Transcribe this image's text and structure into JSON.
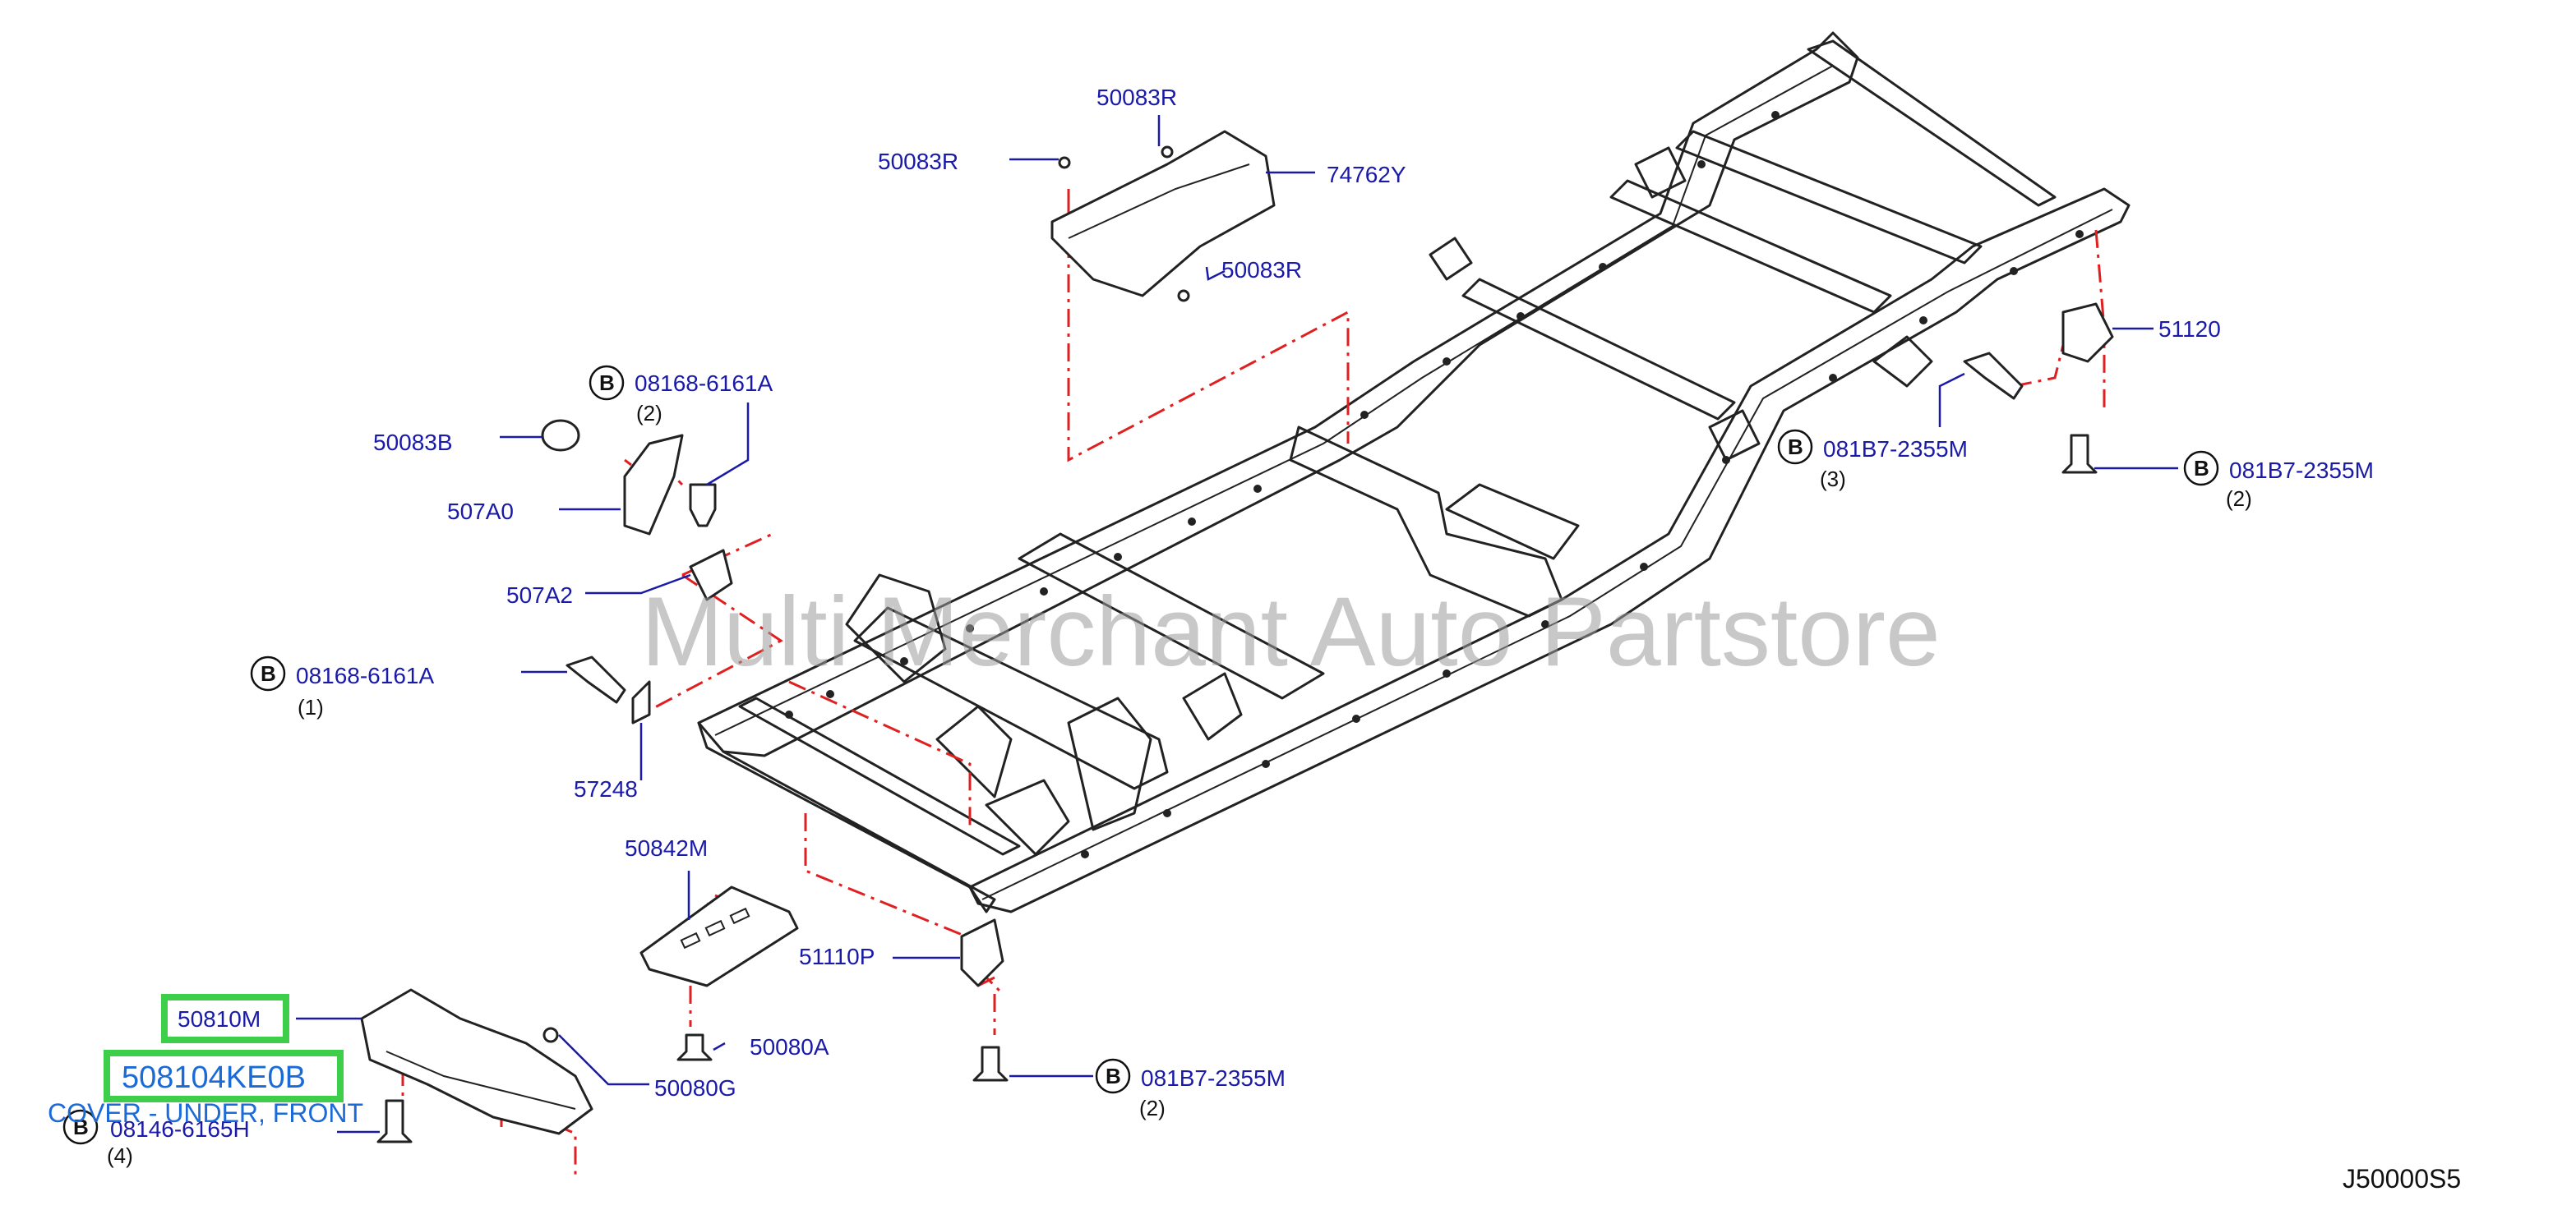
{
  "diagram": {
    "watermark": "Multi Merchant Auto Partstore",
    "diagram_code": "J50000S5",
    "bolt_marker": "B",
    "parts": {
      "p50083R_top": "50083R",
      "p50083R_left": "50083R",
      "p50083R_right": "50083R",
      "p74762Y": "74762Y",
      "p08168_top": "08168-6161A",
      "p08168_top_qty": "(2)",
      "p50083B": "50083B",
      "p507A0": "507A0",
      "p507A2": "507A2",
      "p08168_left": "08168-6161A",
      "p08168_left_qty": "(1)",
      "p57248": "57248",
      "p50842M": "50842M",
      "p51110P": "51110P",
      "p50080A": "50080A",
      "p50080G": "50080G",
      "p081B7_bottom": "081B7-2355M",
      "p081B7_bottom_qty": "(2)",
      "p51120": "51120",
      "p081B7_mid": "081B7-2355M",
      "p081B7_mid_qty": "(3)",
      "p081B7_right": "081B7-2355M",
      "p081B7_right_qty": "(2)",
      "p08146": "08146-6165H",
      "p08146_qty": "(4)"
    },
    "highlight": {
      "part_number": "50810M",
      "oem_number": "508104KE0B",
      "description": "COVER - UNDER, FRONT"
    }
  }
}
